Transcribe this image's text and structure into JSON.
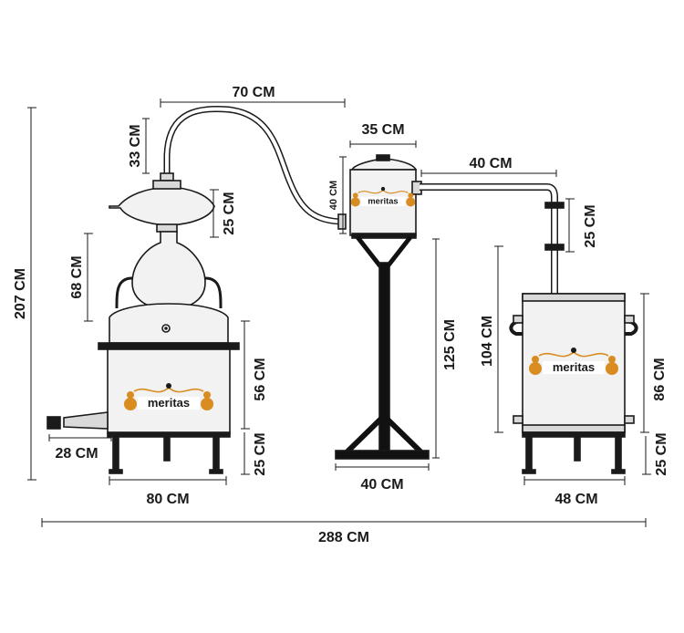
{
  "colors": {
    "line": "#1a1a1a",
    "metal_light": "#f2f2f2",
    "metal_shade": "#d9d9d9",
    "stand": "#111111",
    "logo_gold": "#d98c1f",
    "logo_text": "#1a1a1a"
  },
  "logo": {
    "text": "meritas"
  },
  "dimensions": {
    "total_height": "207 CM",
    "total_width": "288 CM",
    "lyne_arm_width": "70 CM",
    "lyne_arm_height": "33 CM",
    "helmet_height": "25 CM",
    "onion_height": "68 CM",
    "boiler_height": "56 CM",
    "boiler_legs_height": "25 CM",
    "drain_length": "28 CM",
    "boiler_width": "80 CM",
    "preheater_width": "35 CM",
    "preheater_height": "40 CM",
    "preheater_stand_height": "125 CM",
    "preheater_stand_width": "40 CM",
    "connector_width": "40 CM",
    "connector_height": "25 CM",
    "condenser_total_height": "104 CM",
    "condenser_body_height": "86 CM",
    "condenser_legs_height": "25 CM",
    "condenser_width": "48 CM"
  }
}
